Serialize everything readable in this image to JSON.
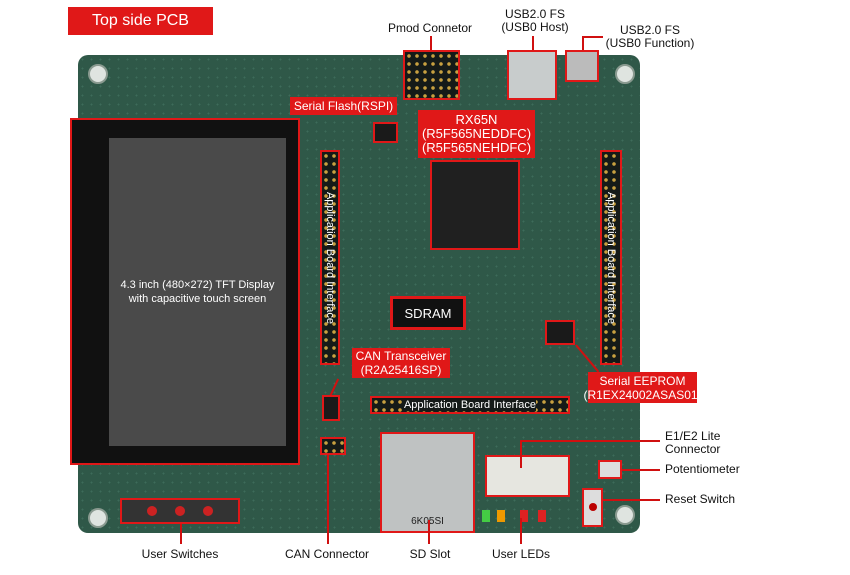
{
  "title": "Top side PCB",
  "display_text": [
    "4.3 inch (480×272) TFT Display",
    "with capacitive touch screen"
  ],
  "labels": {
    "pmod": "Pmod Connetor",
    "usb_host": [
      "USB2.0 FS",
      "(USB0 Host)"
    ],
    "usb_func": [
      "USB2.0 FS",
      "(USB0 Function)"
    ],
    "serial_flash": "Serial Flash(RSPI)",
    "mcu": [
      "RX65N",
      "(R5F565NEDDFC)",
      "(R5F565NEHDFC)"
    ],
    "app_if_left": "Application Board Interface",
    "app_if_right": "Application Board Interface",
    "sdram": "SDRAM",
    "can_trx": [
      "CAN Transceiver",
      "(R2A25416SP)"
    ],
    "eeprom": [
      "Serial EEPROM",
      "(R1EX24002ASAS01)"
    ],
    "app_if_bottom": "Application Board Interface",
    "e1": [
      "E1/E2 Lite",
      "Connector"
    ],
    "pot": "Potentiometer",
    "reset": "Reset Switch",
    "user_sw": "User Switches",
    "can_conn": "CAN Connector",
    "sd": "SD Slot",
    "leds": "User LEDs",
    "sd_mark": "6K05SI"
  }
}
